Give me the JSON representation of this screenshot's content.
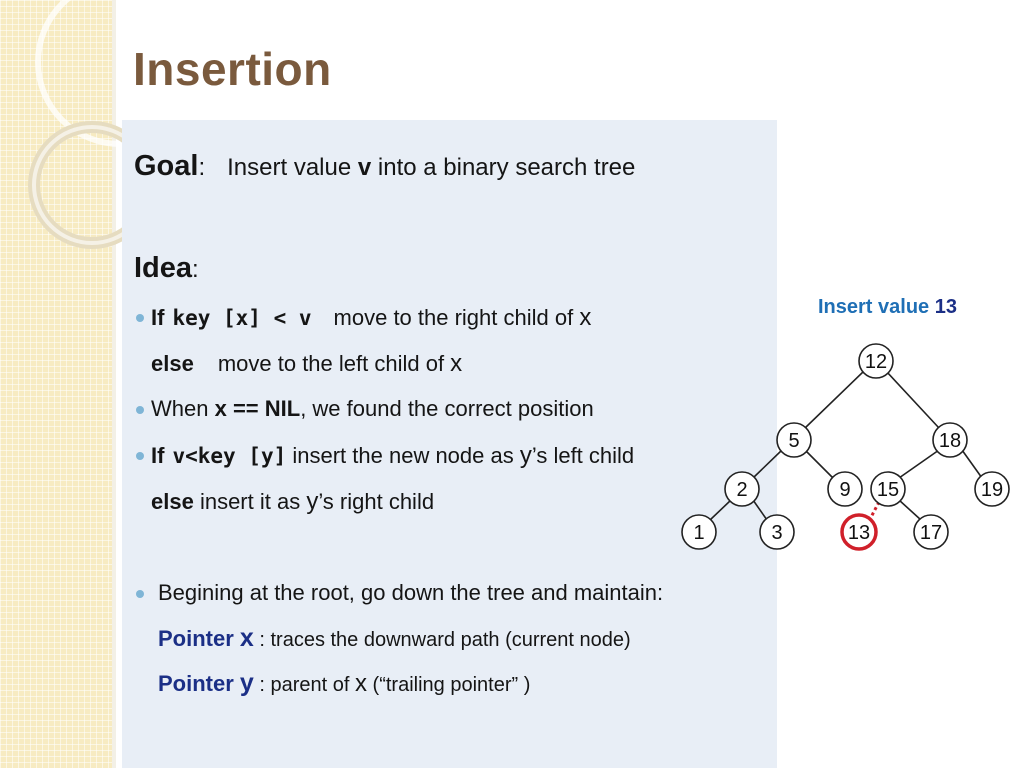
{
  "slide": {
    "title": "Insertion",
    "goal": {
      "label": "Goal",
      "colon": ":",
      "text_before": "Insert value ",
      "var": "v",
      "text_after": " into a binary search tree"
    },
    "idea": {
      "label": "Idea",
      "colon": ":"
    },
    "bullets": [
      {
        "kw": "If",
        "code": "key [x] < v",
        "text": "move to the right child of ",
        "var": "x"
      },
      {
        "kw": "else",
        "text": "move to the left child of ",
        "var": "x"
      },
      {
        "text_before": "When ",
        "code": "x == NIL",
        "text_after": ", we found the correct position"
      },
      {
        "kw": "If",
        "code": "v<key [y]",
        "text": " insert the new node as ",
        "var": "y",
        "text_after": "’s left child"
      },
      {
        "kw": "else",
        "text": " insert it as ",
        "var": "y",
        "text_after": "’s right child"
      }
    ],
    "maintain": {
      "text": "Begining at the root, go down the tree and maintain:",
      "pointer_x": {
        "label": "Pointer ",
        "var": "x",
        "text": " : traces the downward path (current node)"
      },
      "pointer_y": {
        "label": "Pointer ",
        "var": "y",
        "text_before": " : parent of ",
        "var2": "x",
        "text_after": "  (“trailing pointer” )"
      }
    }
  },
  "tree": {
    "caption_label": "Insert value",
    "caption_value": "13",
    "nodes": [
      {
        "label": "12"
      },
      {
        "label": "5"
      },
      {
        "label": "18"
      },
      {
        "label": "2"
      },
      {
        "label": "9"
      },
      {
        "label": "15"
      },
      {
        "label": "19"
      },
      {
        "label": "1"
      },
      {
        "label": "3"
      },
      {
        "label": "13"
      },
      {
        "label": "17"
      }
    ],
    "highlight_color": "#d0202a",
    "bullet_color": "#7fb5d6",
    "title_color": "#7a5a3d",
    "accent_blue": "#1b2f86"
  }
}
